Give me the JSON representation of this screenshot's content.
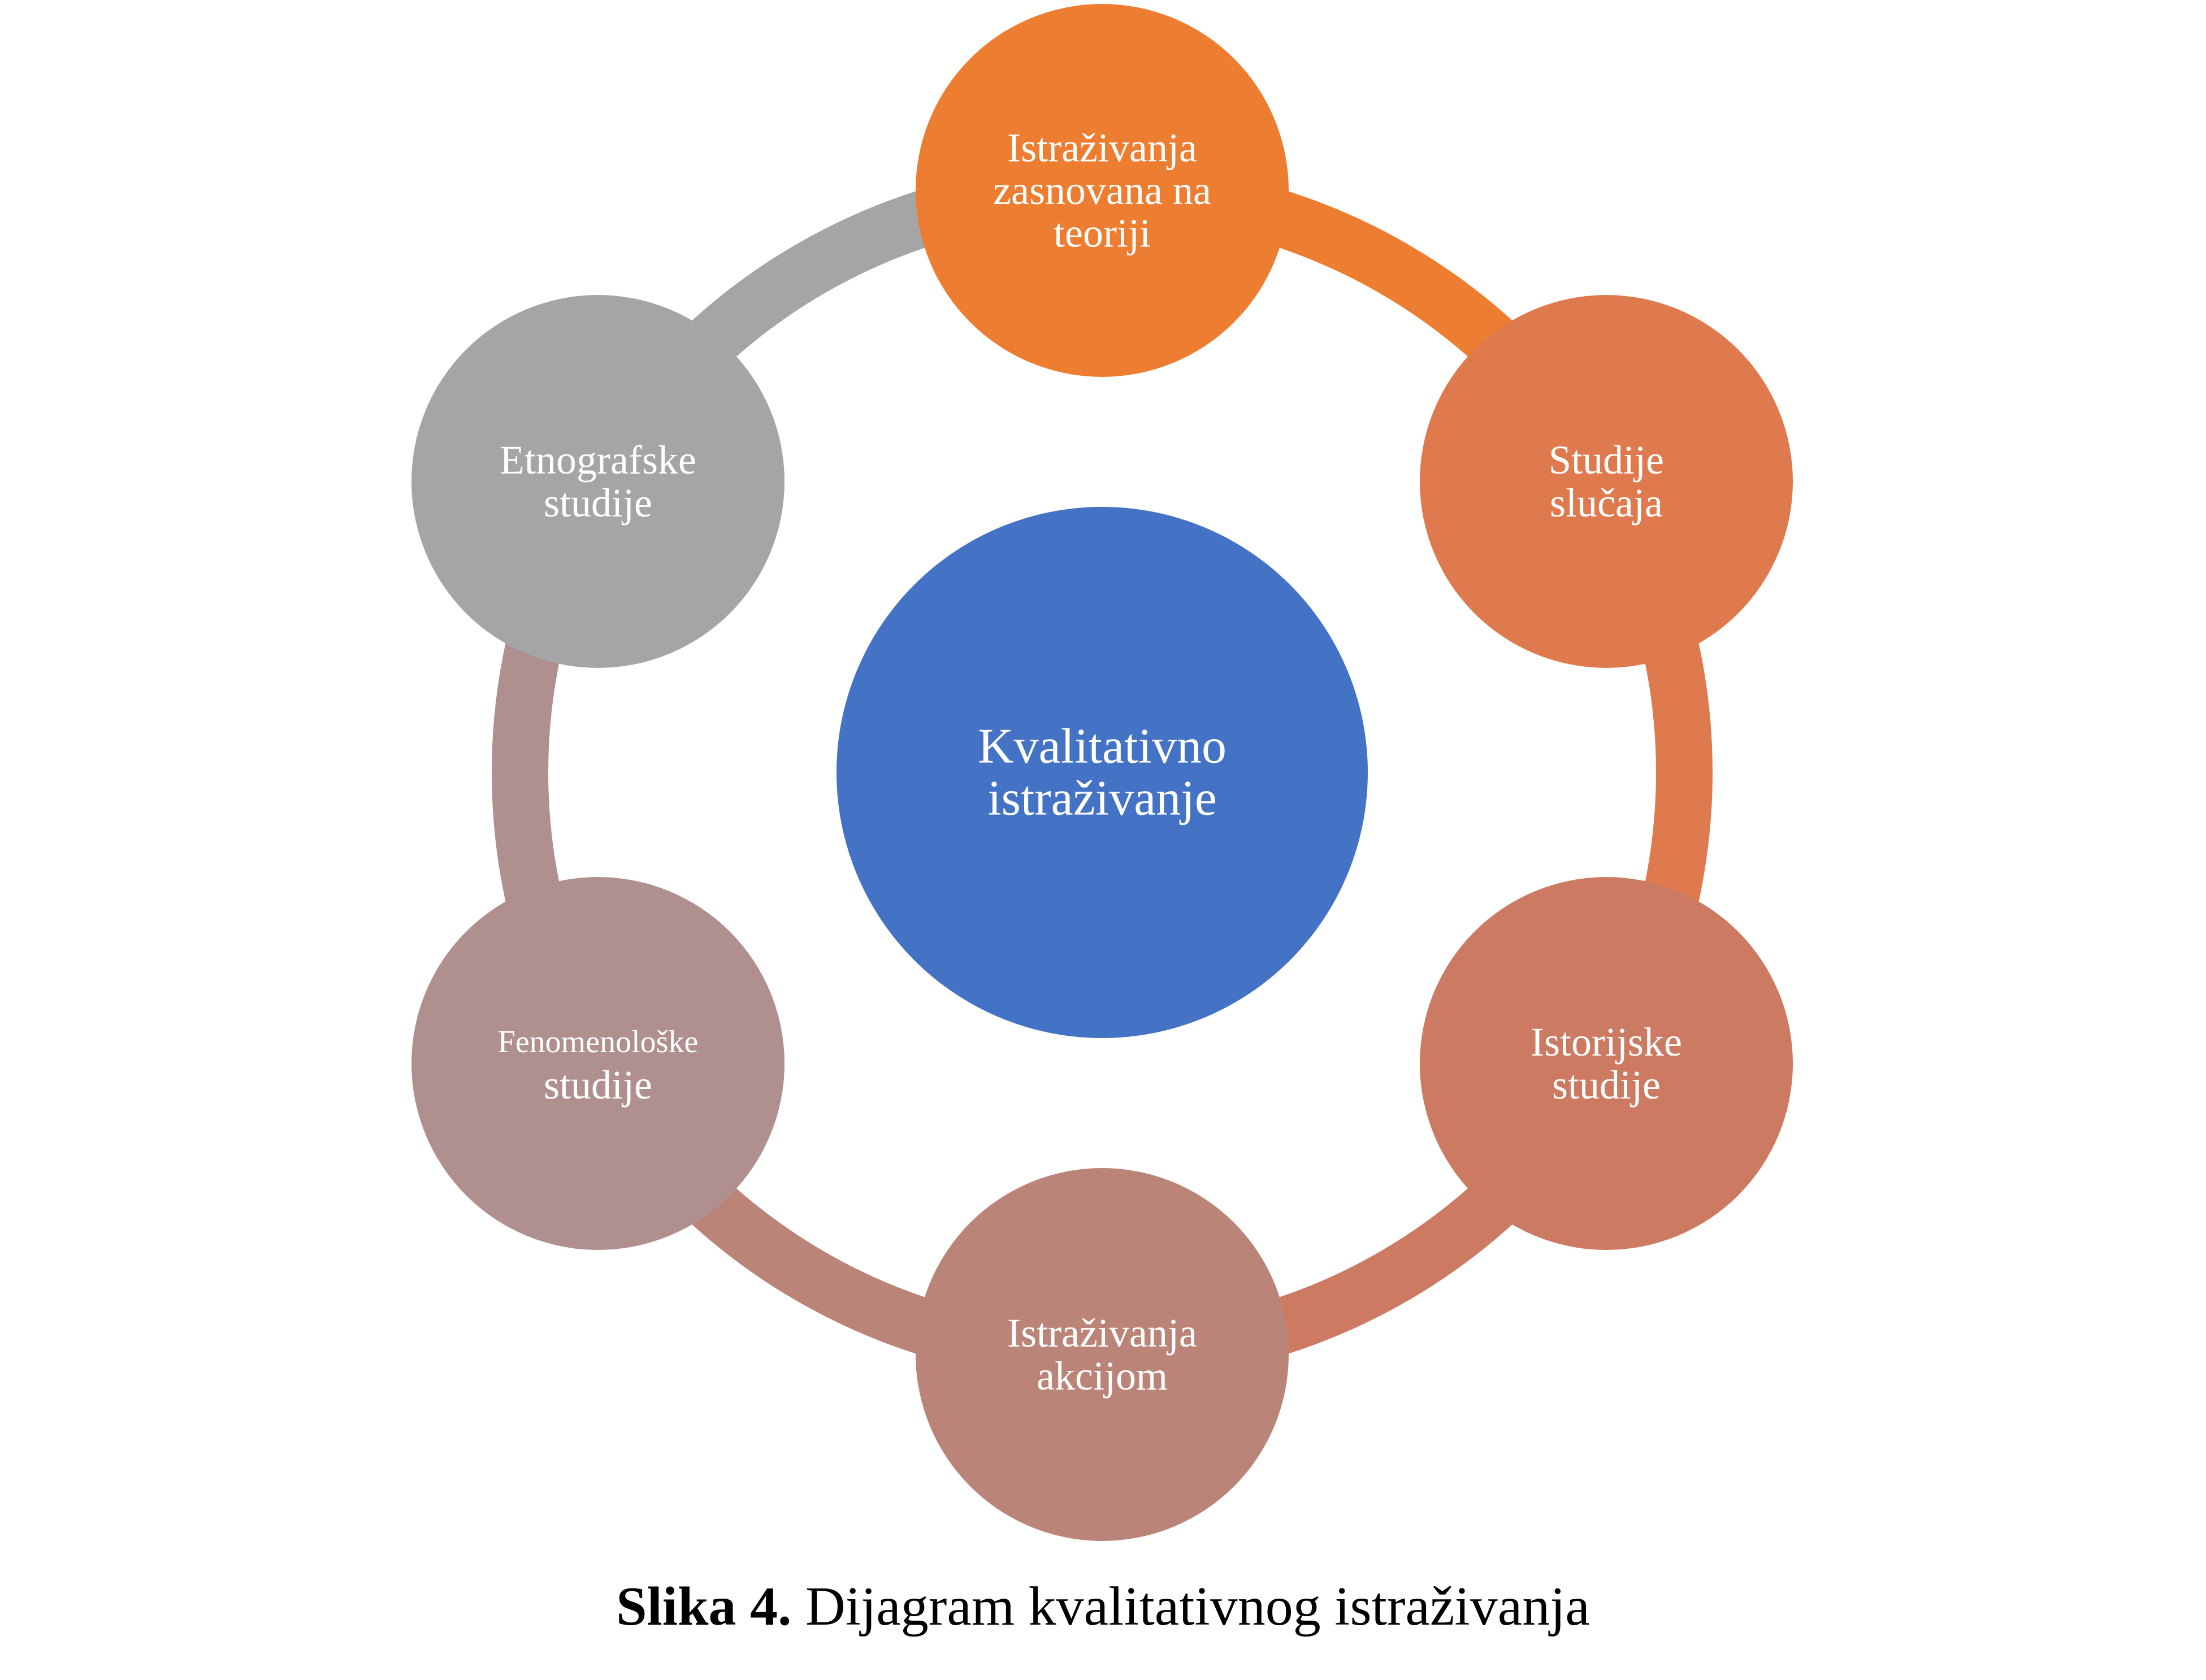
{
  "diagram": {
    "center": {
      "label_lines": [
        "Kvalitativno",
        "istraživanje"
      ],
      "color": "#4472C4"
    },
    "nodes": [
      {
        "id": "istrazivanja-zasnovana-na-teoriji",
        "label_lines": [
          "Istraživanja",
          "zasnovana na",
          "teoriji"
        ],
        "color": "#ED7D31"
      },
      {
        "id": "studije-slucaja",
        "label_lines": [
          "Studije",
          "slučaja"
        ],
        "color": "#DE7A4E"
      },
      {
        "id": "istorijske-studije",
        "label_lines": [
          "Istorijske",
          "studije"
        ],
        "color": "#CC7A62"
      },
      {
        "id": "istrazivanja-akcijom",
        "label_lines": [
          "Istraživanja",
          "akcijom"
        ],
        "color": "#BB8478"
      },
      {
        "id": "fenomenoloske-studije",
        "label_lines": [
          "Fenomenološke",
          "studije"
        ],
        "color": "#B0908E"
      },
      {
        "id": "etnografske-studije",
        "label_lines": [
          "Etnografske",
          "studije"
        ],
        "color": "#A5A5A5"
      }
    ],
    "text_color": "#FFFFFF"
  },
  "caption": {
    "label": "Slika 4.",
    "text": " Dijagram kvalitativnog istraživanja"
  }
}
